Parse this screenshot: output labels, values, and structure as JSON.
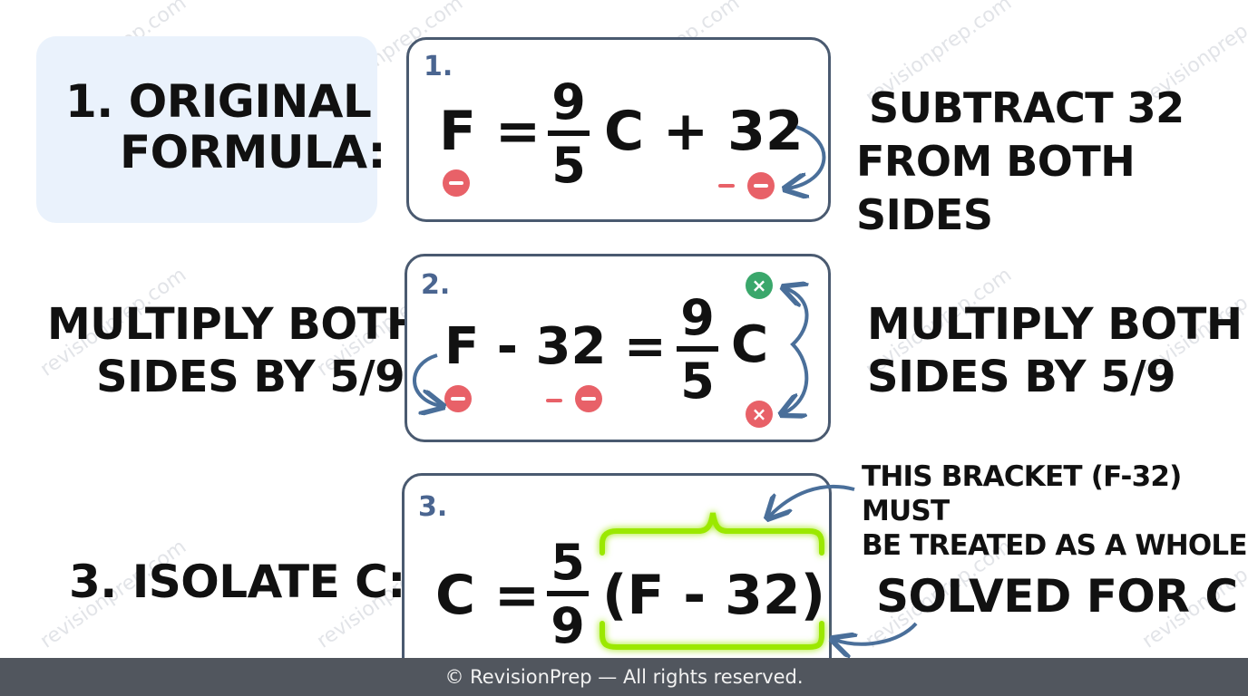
{
  "watermark": "revisionprep.com",
  "step1": {
    "label_line1": "1. ORIGINAL",
    "label_line2": "FORMULA:",
    "number": "1.",
    "lhs": "F =",
    "frac_num": "9",
    "frac_den": "5",
    "rhs": "C + 32",
    "note_line1": "SUBTRACT 32",
    "note_line2": "FROM BOTH SIDES"
  },
  "step2": {
    "left_line1": "MULTIPLY BOTH",
    "left_line2": "SIDES BY 5/9",
    "number": "2.",
    "lhs": "F - 32 =",
    "frac_num": "9",
    "frac_den": "5",
    "rhs": "C",
    "note_line1": "MULTIPLY BOTH",
    "note_line2": "SIDES BY 5/9"
  },
  "step3": {
    "label": "3. ISOLATE C:",
    "number": "3.",
    "lhs": "C =",
    "frac_num": "5",
    "frac_den": "9",
    "rhs": "(F - 32)",
    "callout_line1": "THIS BRACKET (F-32) MUST",
    "callout_line2": "BE TREATED AS A WHOLE",
    "note": "SOLVED FOR C"
  },
  "footer": "© RevisionPrep — All rights reserved.",
  "colors": {
    "box_border": "#4a5a70",
    "label_bg": "#eaf2fc",
    "minus_red": "#e86168",
    "check_green": "#3aa76b",
    "highlight": "#9be800",
    "arrow_blue": "#4a6f9a",
    "footer_bg": "#51565e"
  }
}
